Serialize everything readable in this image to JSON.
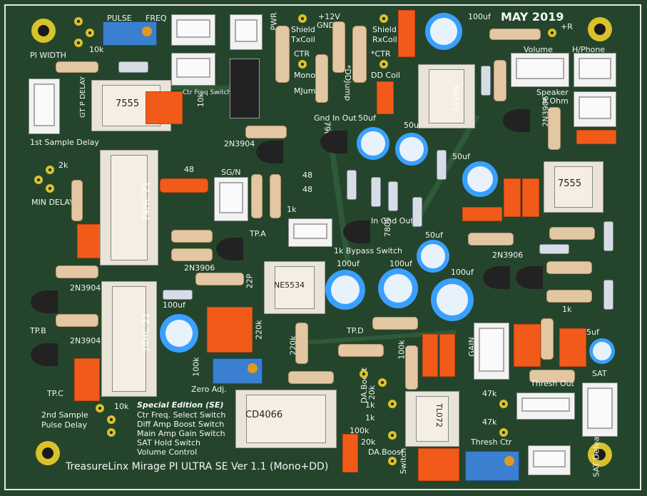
{
  "board": {
    "date_label": "MAY 2019",
    "footer_title": "TreasureLinx Mirage PI ULTRA SE Ver 1.1 (Mono+DD)",
    "special_edition": {
      "heading": "Special Edition (SE)",
      "lines": [
        "Ctr Freq. Select Switch",
        "Diff Amp Boost Switch",
        "Main Amp Gain Switch",
        "SAT Hold Switch",
        "Volume Control"
      ]
    }
  },
  "labels": {
    "pi_width": "PI WIDTH",
    "pulse": "PULSE",
    "freq": "FREQ",
    "k10": "10k",
    "pwr": "PWR",
    "plus12v": "+12V",
    "gnd": "GND",
    "shield_tx": "Shield",
    "txcoil": "TxCoil",
    "shield_rx": "Shield",
    "rxcoil": "RxCoil",
    "ctr": "CTR",
    "mono": "Mono",
    "mjump": "MJump",
    "ddjump": "*DDJump",
    "star_ctr": "*CTR",
    "dd_coil": "DD Coil",
    "cap100uf_top": "100uf",
    "plus_r": "+R",
    "volume": "Volume",
    "hphone": "H/Phone",
    "speaker": "Speaker",
    "ohm8": "8 Ohm",
    "ne555": "NE555",
    "ic7555_a": "7555",
    "ic7555_b": "7555",
    "ctr_freq_switch": "Ctr Freq Switch",
    "first_sample_delay": "1st Sample Delay",
    "gt_p_delay": "GT P DELAY",
    "k2": "2k",
    "min_delay": "MIN DELAY",
    "u74hc_a": "74HC 21",
    "u74hc_b": "74HC 21",
    "r48_a": "48",
    "r48_b": "48",
    "r48_c": "48",
    "sgn": "SG/N",
    "k1_a": "1k",
    "tpa": "TP.A",
    "bypass_switch": "1k Bypass Switch",
    "q2n3904_a": "2N3904",
    "q2n3904_b": "2N3904",
    "q2n3904_c": "2N3904",
    "q2n3906_a": "2N3906",
    "q2n3906_b": "2N3906",
    "q2n3906_c": "2N3906",
    "reg7905": "7905",
    "reg7805": "7805",
    "gnd_in_out": "Gnd In Out",
    "in_gnd_out": "In Gnd Out",
    "uf50_a": "50uf",
    "uf50_b": "50uf",
    "uf50_c": "50uf",
    "uf50_d": "50uf",
    "uf100_a": "100uf",
    "uf100_b": "100uf",
    "uf100_c": "100uf",
    "uf100_d": "100uf",
    "ne5534": "NE5534",
    "cap22p": "22P",
    "k220_a": "220k",
    "k220_b": "220k",
    "k100_a": "100k",
    "k100_b": "100k",
    "k100_c": "100k",
    "zero_adj": "Zero Adj.",
    "tpb": "TP.B",
    "tpc": "TP.C",
    "tpd": "TP.D",
    "second_sample": "2nd Sample",
    "pulse_delay": "Pulse Delay",
    "k10b": "10k",
    "cd4066": "CD4066",
    "da_boost_a": "DA.Boost",
    "da_boost_b": "DA.Boost",
    "k1_b": "1k",
    "k1_c": "1k",
    "k1_d": "1k",
    "k20_a": "20k",
    "k20_b": "20k",
    "switch": "Switch",
    "tl072": "TL072",
    "gain": "GAIN",
    "k47_a": "47k",
    "k47_b": "47k",
    "thresh_ctr": "Thresh Ctr",
    "thresh_out": "Thresh Out",
    "uf5": "5uf",
    "sat": "SAT",
    "sat_defeat": "SAT Defeat"
  },
  "colors": {
    "board": "#24452c",
    "silkscreen": "#f4f4f4",
    "pad": "#d8c22b",
    "film_cap": "#f25a1a",
    "electrolytic": "#3aa0ff",
    "trimmer": "#3a7fd0"
  }
}
